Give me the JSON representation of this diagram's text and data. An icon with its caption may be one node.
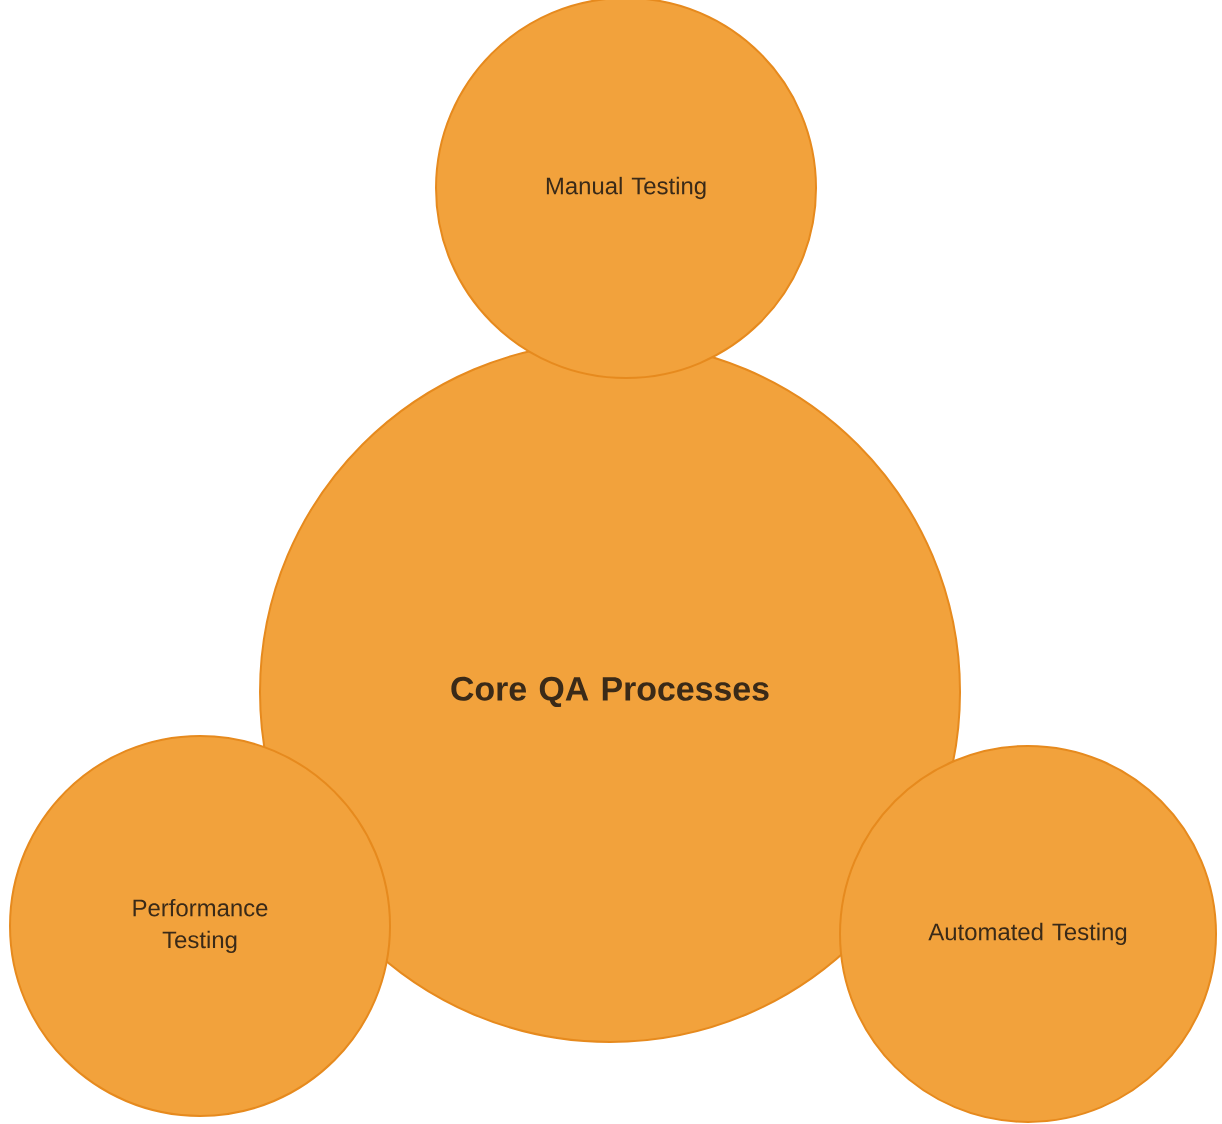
{
  "diagram": {
    "nodes": [
      {
        "text": [
          "Manual Testing"
        ]
      },
      {
        "text": [
          "Core QA Processes"
        ]
      },
      {
        "text": [
          "Performance Testing"
        ]
      },
      {
        "text": [
          "Automated Testing"
        ]
      }
    ]
  }
}
